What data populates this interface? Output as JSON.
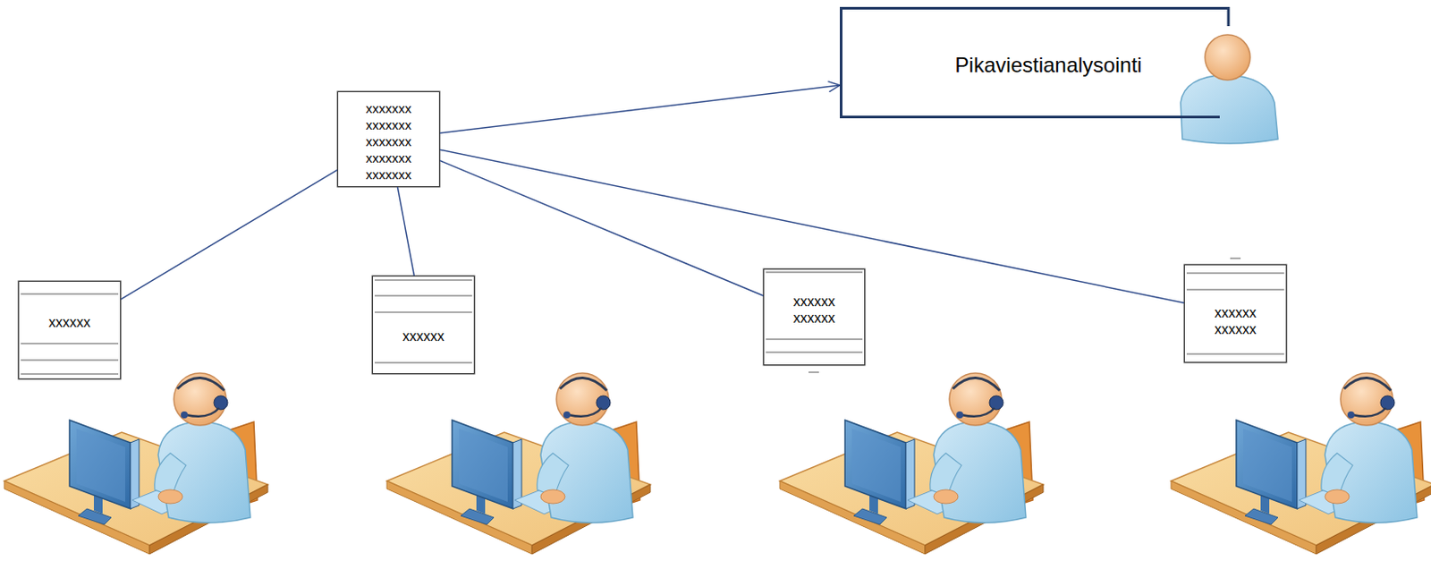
{
  "diagram": {
    "nodes": [
      {
        "text": [
          "Pikaviestianalysointi"
        ]
      },
      {
        "text": [
          "xxxxxxx xxxxxxx xxxxxxx xxxxxxx xxxxxxx"
        ]
      },
      {
        "text": [
          "xxxxxx"
        ]
      },
      {
        "text": [
          "xxxxxx"
        ]
      },
      {
        "text": [
          "xxxxxx xxxxxx"
        ]
      },
      {
        "text": [
          "xxxxxx xxxxxx"
        ]
      }
    ],
    "edges": [
      {
        "from": 1,
        "to": 0,
        "arrow": "to"
      },
      {
        "from": 2,
        "to": 1,
        "arrow": "none"
      },
      {
        "from": 3,
        "to": 1,
        "arrow": "none"
      },
      {
        "from": 4,
        "to": 1,
        "arrow": "none"
      },
      {
        "from": 5,
        "to": 1,
        "arrow": "none"
      }
    ]
  }
}
